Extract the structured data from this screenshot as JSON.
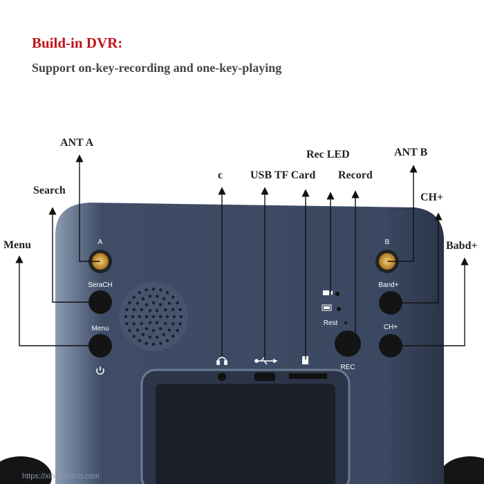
{
  "header": {
    "title": "Build-in DVR:",
    "subtitle": "Support on-key-recording and one-key-playing"
  },
  "callouts": {
    "ant_a": "ANT A",
    "search": "Search",
    "menu": "Menu",
    "audio": "ϲ",
    "usb_tf_card": "USB TF Card",
    "rec_led": "Rec LED",
    "record": "Record",
    "ant_b": "ANT B",
    "ch_plus": "CH+",
    "band_plus": "Babd+"
  },
  "device_labels": {
    "a": "A",
    "search": "SeraCH",
    "menu": "Menu",
    "b": "B",
    "band": "Band+",
    "ch": "CH+",
    "rest": "Rest",
    "rec": "REC"
  },
  "watermark": "https://xingkaitech.com",
  "colors": {
    "title": "#c0141b",
    "body": "#3d4b63"
  }
}
